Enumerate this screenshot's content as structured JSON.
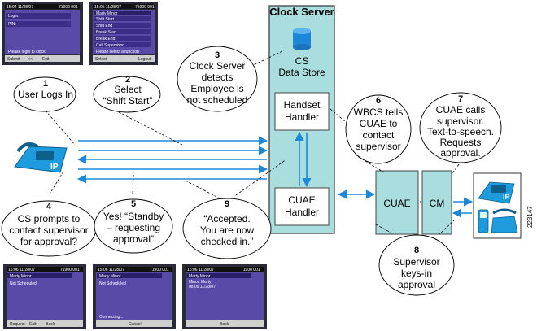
{
  "server": {
    "title": "Clock Server",
    "datastore": [
      "CS",
      "Data Store"
    ],
    "handset_handler": [
      "Handset",
      "Handler"
    ],
    "cuae_handler": [
      "CUAE",
      "Handler"
    ]
  },
  "external": {
    "cuae": "CUAE",
    "cm": "CM"
  },
  "phone_ip": "IP",
  "steps": [
    {
      "num": "1",
      "lines": [
        "User Logs In"
      ]
    },
    {
      "num": "2",
      "lines": [
        "Select",
        "“Shift Start”"
      ]
    },
    {
      "num": "3",
      "lines": [
        "Clock Server",
        "detects",
        "Employee is",
        "not scheduled"
      ]
    },
    {
      "num": "4",
      "lines": [
        "CS prompts to",
        "contact supervisor",
        "for approval?"
      ]
    },
    {
      "num": "5",
      "lines": [
        "Yes! “Standby",
        "– requesting",
        "approval”"
      ]
    },
    {
      "num": "6",
      "lines": [
        "WBCS tells",
        "CUAE to",
        "contact",
        "supervisor"
      ]
    },
    {
      "num": "7",
      "lines": [
        "CUAE calls",
        "supervisor.",
        "Text-to-speech.",
        "Requests",
        "approval."
      ]
    },
    {
      "num": "8",
      "lines": [
        "Supervisor",
        "keys-in",
        "approval"
      ]
    },
    {
      "num": "9",
      "lines": [
        "“Accepted.",
        "You are now",
        "checked in.”"
      ]
    }
  ],
  "screens": [
    {
      "time": "15:04 11/28/07",
      "ext": "71900 001",
      "rows": [
        "Login:",
        "PIN:"
      ],
      "status": "Please login to clock",
      "softkeys": [
        "Submit",
        "<<",
        "Exit"
      ]
    },
    {
      "time": "15:05 11/28/07",
      "ext": "71900 001",
      "rows": [
        "Marty Minor",
        "Shift Start",
        "Shift End",
        "Break Start",
        "Break End",
        "Call Supervisor"
      ],
      "status": "Please select a function",
      "softkeys": [
        "Select",
        "",
        "Logout"
      ]
    },
    {
      "time": "15:06 11/28/07",
      "ext": "71900 001",
      "rows": [
        "Marty Minor",
        "Not Scheduled"
      ],
      "status": "",
      "softkeys": [
        "Request",
        "Exit",
        "Back"
      ]
    },
    {
      "time": "15:06 11/28/07",
      "ext": "71900 001",
      "rows": [
        "Marty Minor",
        "Not Scheduled"
      ],
      "status": "Connecting...",
      "softkeys": [
        "",
        "Cancel",
        ""
      ]
    },
    {
      "time": "15:06 11/28/07",
      "ext": "71900 001",
      "rows": [
        "Marty Minor",
        "Minor, Marty",
        "08:09 11/28/07"
      ],
      "status": "",
      "softkeys": [
        "",
        "Back",
        ""
      ]
    }
  ],
  "figure_id": "223147"
}
